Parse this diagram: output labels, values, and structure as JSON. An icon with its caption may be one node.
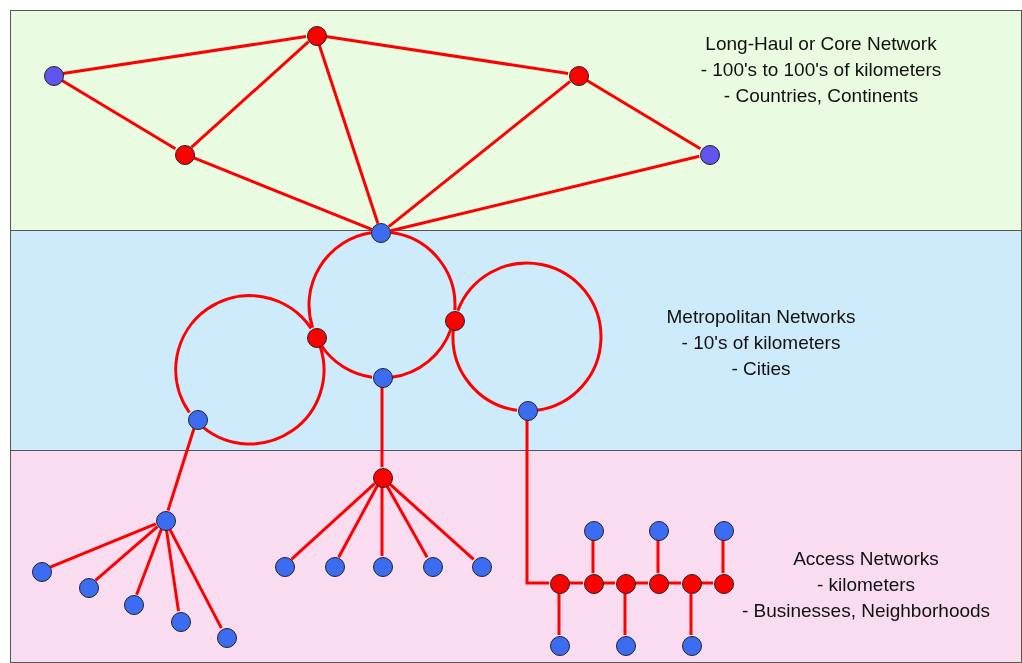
{
  "diagram": {
    "nodes": [
      {
        "text": [
          "Long-Haul or Core Network",
          "- 100's to 100's of kilometers",
          "- Countries, Continents"
        ]
      },
      {
        "text": [],
        "shape": "circle",
        "in": 0
      },
      {
        "text": [],
        "shape": "circle",
        "in": 0
      },
      {
        "text": [],
        "shape": "circle",
        "in": 0
      },
      {
        "text": [],
        "shape": "circle",
        "in": 0
      },
      {
        "text": [],
        "shape": "circle",
        "in": 0
      },
      {
        "text": [],
        "shape": "circle"
      },
      {
        "text": [
          "Metropolitan Networks",
          "- 10's of kilometers",
          "- Cities"
        ]
      },
      {
        "text": [],
        "shape": "circle",
        "in": 7
      },
      {
        "text": [],
        "shape": "circle",
        "in": 7
      },
      {
        "text": [],
        "shape": "circle",
        "in": 7
      },
      {
        "text": [],
        "shape": "circle",
        "in": 7
      },
      {
        "text": [],
        "shape": "circle",
        "in": 7
      },
      {
        "text": [
          "Access Networks",
          "- kilometers",
          "- Businesses, Neighborhoods"
        ]
      },
      {
        "text": [],
        "shape": "circle",
        "in": 13
      },
      {
        "text": [],
        "shape": "circle",
        "in": 13
      },
      {
        "text": [],
        "shape": "circle",
        "in": 13
      },
      {
        "text": [],
        "shape": "circle",
        "in": 13
      },
      {
        "text": [],
        "shape": "circle",
        "in": 13
      },
      {
        "text": [],
        "shape": "circle",
        "in": 13
      },
      {
        "text": [],
        "shape": "circle",
        "in": 13
      },
      {
        "text": [],
        "shape": "circle",
        "in": 13
      },
      {
        "text": [],
        "shape": "circle",
        "in": 13
      },
      {
        "text": [],
        "shape": "circle",
        "in": 13
      },
      {
        "text": [],
        "shape": "circle",
        "in": 13
      },
      {
        "text": [],
        "shape": "circle",
        "in": 13
      },
      {
        "text": [],
        "shape": "circle",
        "in": 13
      },
      {
        "text": [],
        "shape": "circle",
        "in": 13
      },
      {
        "text": [],
        "shape": "circle",
        "in": 13
      },
      {
        "text": [],
        "shape": "circle",
        "in": 13
      },
      {
        "text": [],
        "shape": "circle",
        "in": 13
      },
      {
        "text": [],
        "shape": "circle",
        "in": 13
      },
      {
        "text": [],
        "shape": "circle",
        "in": 13
      },
      {
        "text": [],
        "shape": "circle",
        "in": 13
      },
      {
        "text": [],
        "shape": "circle",
        "in": 13
      },
      {
        "text": [],
        "shape": "circle",
        "in": 13
      },
      {
        "text": [],
        "shape": "circle",
        "in": 13
      },
      {
        "text": [],
        "shape": "circle",
        "in": 13
      }
    ],
    "edges": [
      {
        "from": 1,
        "to": 2,
        "arrow": "none"
      },
      {
        "from": 1,
        "to": 4,
        "arrow": "none"
      },
      {
        "from": 4,
        "to": 2,
        "arrow": "none"
      },
      {
        "from": 2,
        "to": 6,
        "arrow": "none"
      },
      {
        "from": 2,
        "to": 3,
        "arrow": "none"
      },
      {
        "from": 3,
        "to": 5,
        "arrow": "none"
      },
      {
        "from": 3,
        "to": 6,
        "arrow": "none"
      },
      {
        "from": 4,
        "to": 6,
        "arrow": "none"
      },
      {
        "from": 5,
        "to": 6,
        "arrow": "none"
      },
      {
        "from": 6,
        "to": 8,
        "arrow": "none"
      },
      {
        "from": 6,
        "to": 9,
        "arrow": "none"
      },
      {
        "from": 8,
        "to": 10,
        "arrow": "none"
      },
      {
        "from": 9,
        "to": 10,
        "arrow": "none"
      },
      {
        "from": 8,
        "to": 11,
        "arrow": "none"
      },
      {
        "from": 8,
        "to": 11,
        "arrow": "none"
      },
      {
        "from": 9,
        "to": 12,
        "arrow": "none"
      },
      {
        "from": 9,
        "to": 12,
        "arrow": "none"
      },
      {
        "from": 11,
        "to": 14,
        "arrow": "none"
      },
      {
        "from": 14,
        "to": 15,
        "arrow": "none"
      },
      {
        "from": 14,
        "to": 16,
        "arrow": "none"
      },
      {
        "from": 14,
        "to": 17,
        "arrow": "none"
      },
      {
        "from": 14,
        "to": 18,
        "arrow": "none"
      },
      {
        "from": 14,
        "to": 19,
        "arrow": "none"
      },
      {
        "from": 10,
        "to": 20,
        "arrow": "none"
      },
      {
        "from": 20,
        "to": 21,
        "arrow": "none"
      },
      {
        "from": 20,
        "to": 22,
        "arrow": "none"
      },
      {
        "from": 20,
        "to": 23,
        "arrow": "none"
      },
      {
        "from": 20,
        "to": 24,
        "arrow": "none"
      },
      {
        "from": 20,
        "to": 25,
        "arrow": "none"
      },
      {
        "from": 12,
        "to": 26,
        "arrow": "none"
      },
      {
        "from": 26,
        "to": 27,
        "arrow": "none"
      },
      {
        "from": 27,
        "to": 28,
        "arrow": "none"
      },
      {
        "from": 28,
        "to": 29,
        "arrow": "none"
      },
      {
        "from": 29,
        "to": 30,
        "arrow": "none"
      },
      {
        "from": 30,
        "to": 31,
        "arrow": "none"
      },
      {
        "from": 27,
        "to": 32,
        "arrow": "none"
      },
      {
        "from": 29,
        "to": 33,
        "arrow": "none"
      },
      {
        "from": 31,
        "to": 34,
        "arrow": "none"
      },
      {
        "from": 26,
        "to": 35,
        "arrow": "none"
      },
      {
        "from": 28,
        "to": 36,
        "arrow": "none"
      },
      {
        "from": 30,
        "to": 37,
        "arrow": "none"
      }
    ]
  }
}
